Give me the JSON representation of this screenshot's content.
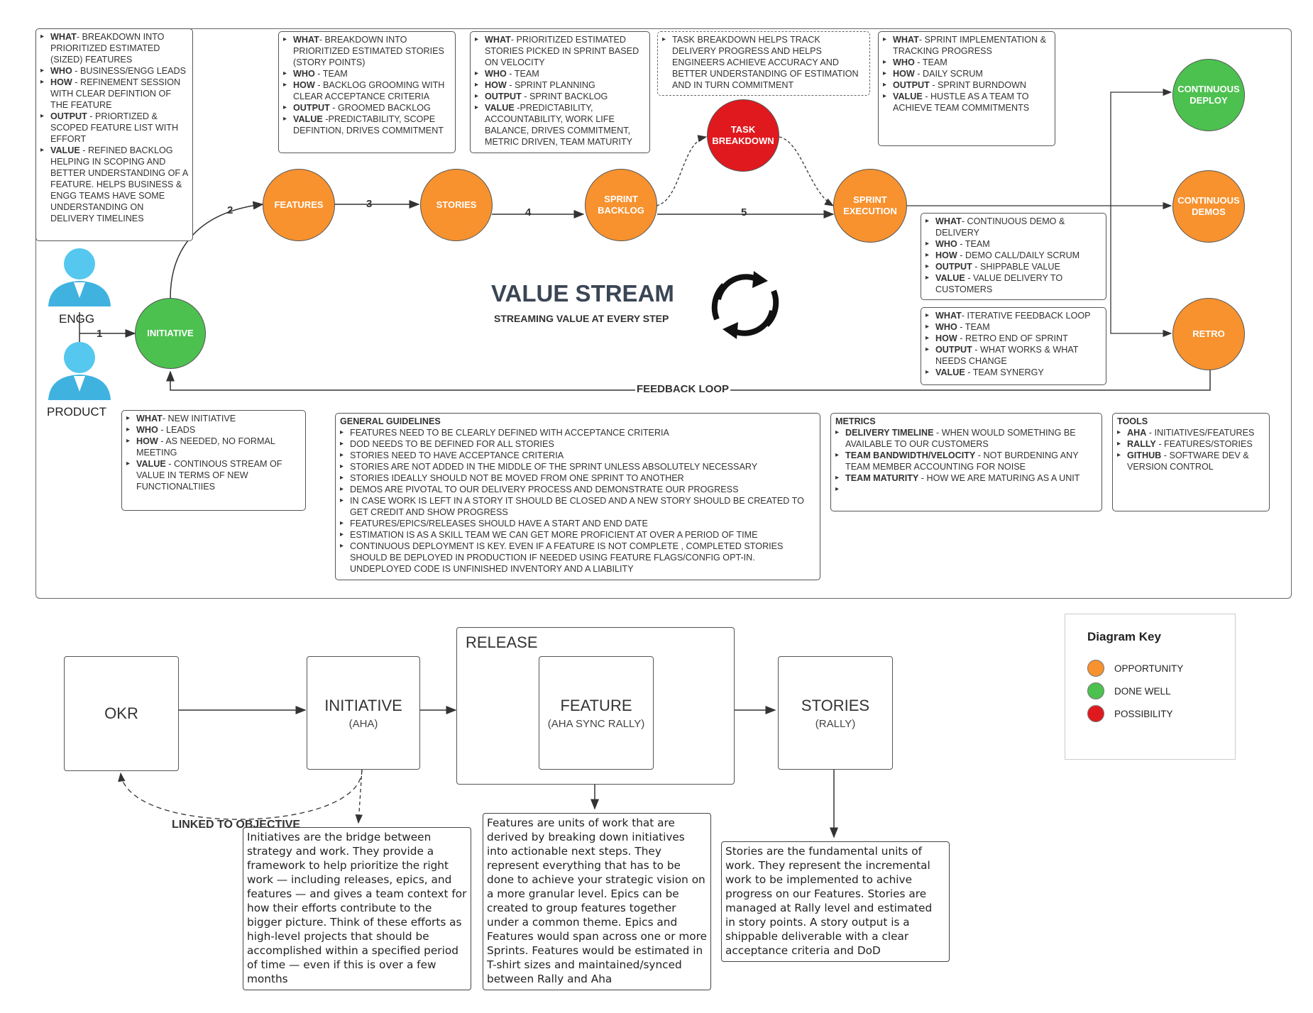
{
  "value_stream": {
    "title": "VALUE STREAM",
    "subtitle": "STREAMING VALUE AT EVERY STEP",
    "feedback_loop": "FEEDBACK LOOP",
    "actors": {
      "engg": "ENGG",
      "product": "PRODUCT"
    },
    "steps": {
      "s1": "1",
      "s2": "2",
      "s3": "3",
      "s4": "4",
      "s5": "5"
    },
    "nodes": {
      "initiative": "INITIATIVE",
      "features": "FEATURES",
      "stories": "STORIES",
      "sprint_backlog": "SPRINT BACKLOG",
      "task_breakdown": "TASK BREAKDOWN",
      "sprint_execution": "SPRINT EXECUTION",
      "continuous_deploy": "CONTINUOUS DEPLOY",
      "continuous_demos": "CONTINUOUS DEMOS",
      "retro": "RETRO"
    },
    "notes": {
      "features": [
        {
          "k": "WHAT",
          "v": "- BREAKDOWN INTO PRIORITIZED ESTIMATED (SIZED) FEATURES"
        },
        {
          "k": "WHO",
          "v": " - BUSINESS/ENGG LEADS"
        },
        {
          "k": "HOW",
          "v": " - REFINEMENT SESSION WITH CLEAR DEFINTION OF THE FEATURE"
        },
        {
          "k": "OUTPUT",
          "v": " - PRIORTIZED & SCOPED FEATURE LIST WITH EFFORT"
        },
        {
          "k": "VALUE",
          "v": " - REFINED BACKLOG HELPING IN SCOPING AND BETTER UNDERSTANDING OF A FEATURE. HELPS BUSINESS & ENGG TEAMS HAVE SOME UNDERSTANDING ON DELIVERY TIMELINES"
        }
      ],
      "stories": [
        {
          "k": "WHAT",
          "v": "- BREAKDOWN INTO PRIORITIZED ESTIMATED STORIES (STORY POINTS)"
        },
        {
          "k": "WHO",
          "v": " - TEAM"
        },
        {
          "k": "HOW",
          "v": " - BACKLOG GROOMING WITH CLEAR ACCEPTANCE CRITERIA"
        },
        {
          "k": "OUTPUT",
          "v": " - GROOMED BACKLOG"
        },
        {
          "k": "VALUE",
          "v": " -PREDICTABILITY, SCOPE DEFINTION, DRIVES COMMITMENT"
        }
      ],
      "sprint_backlog": [
        {
          "k": "WHAT",
          "v": "- PRIORITIZED ESTIMATED STORIES PICKED IN SPRINT BASED ON VELOCITY"
        },
        {
          "k": "WHO",
          "v": " - TEAM"
        },
        {
          "k": "HOW",
          "v": " - SPRINT PLANNING"
        },
        {
          "k": "OUTPUT",
          "v": " - SPRINT BACKLOG"
        },
        {
          "k": "VALUE",
          "v": " -PREDICTABILITY, ACCOUNTABILITY, WORK LIFE BALANCE, DRIVES COMMITMENT, METRIC DRIVEN, TEAM MATURITY"
        }
      ],
      "task_breakdown": [
        {
          "k": "",
          "v": "TASK BREAKDOWN HELPS TRACK DELIVERY PROGRESS AND HELPS ENGINEERS ACHIEVE ACCURACY AND BETTER UNDERSTANDING OF ESTIMATION AND IN TURN COMMITMENT"
        }
      ],
      "sprint_execution": [
        {
          "k": "WHAT",
          "v": "- SPRINT IMPLEMENTATION & TRACKING PROGRESS"
        },
        {
          "k": "WHO",
          "v": " -  TEAM"
        },
        {
          "k": "HOW",
          "v": " - DAILY SCRUM"
        },
        {
          "k": "OUTPUT",
          "v": " - SPRINT BURNDOWN"
        },
        {
          "k": "VALUE",
          "v": " - HUSTLE AS A TEAM TO ACHIEVE TEAM COMMITMENTS"
        }
      ],
      "demos": [
        {
          "k": "WHAT",
          "v": "- CONTINUOUS DEMO & DELIVERY"
        },
        {
          "k": "WHO",
          "v": " - TEAM"
        },
        {
          "k": "HOW",
          "v": " - DEMO CALL/DAILY SCRUM"
        },
        {
          "k": "OUTPUT",
          "v": " - SHIPPABLE VALUE"
        },
        {
          "k": "VALUE",
          "v": " - VALUE DELIVERY TO CUSTOMERS"
        }
      ],
      "retro": [
        {
          "k": "WHAT",
          "v": "- ITERATIVE FEEDBACK LOOP"
        },
        {
          "k": "WHO",
          "v": " -  TEAM"
        },
        {
          "k": "HOW",
          "v": " - RETRO END OF SPRINT"
        },
        {
          "k": "OUTPUT",
          "v": " - WHAT WORKS & WHAT NEEDS CHANGE"
        },
        {
          "k": "VALUE",
          "v": " - TEAM SYNERGY"
        }
      ],
      "initiative": [
        {
          "k": "WHAT",
          "v": "- NEW INITIATIVE"
        },
        {
          "k": "WHO",
          "v": " -  LEADS"
        },
        {
          "k": "HOW",
          "v": " - AS NEEDED, NO FORMAL MEETING"
        },
        {
          "k": "VALUE",
          "v": " - CONTINOUS STREAM OF VALUE IN TERMS OF NEW FUNCTIONALTIIES"
        }
      ]
    },
    "guidelines": {
      "title": "GENERAL GUIDELINES",
      "items": [
        " FEATURES NEED TO BE CLEARLY DEFINED WITH ACCEPTANCE CRITERIA",
        "DoD NEEDS TO BE DEFINED FOR ALL STORIES",
        "STORIES NEED TO HAVE ACCEPTANCE CRITERIA",
        "STORIES ARE NOT ADDED IN THE MIDDLE OF THE SPRINT UNLESS ABSOLUTELY NECESSARY",
        "STORIES IDEALLY SHOULD NOT BE MOVED FROM ONE SPRINT TO ANOTHER",
        "DEMOS ARE PIVOTAL TO OUR DELIVERY PROCESS AND DEMONSTRATE OUR PROGRESS",
        "IN CASE WORK IS LEFT IN A STORY IT SHOULD BE CLOSED AND A NEW STORY SHOULD BE CREATED TO GET CREDIT AND SHOW PROGRESS",
        "FEATURES/EPICS/RELEASES SHOULD HAVE A START AND END DATE",
        "ESTIMATION IS AS A SKILL TEAM WE CAN GET MORE PROFICIENT AT OVER A PERIOD OF TIME",
        "CONTINUOUS DEPLOYMENT IS KEY. EVEN IF A FEATURE IS NOT COMPLETE , COMPLETED STORIES SHOULD BE DEPLOYED IN PRODUCTION IF NEEDED USING FEATURE FLAGS/CONFIG OPT-IN. UNDEPLOYED CODE IS UNFINISHED INVENTORY AND A LIABILITY"
      ]
    },
    "metrics": {
      "title": "METRICS",
      "items": [
        {
          "k": "DELIVERY TIMELINE",
          "v": " - WHEN WOULD SOMETHING BE AVAILABLE TO OUR CUSTOMERS"
        },
        {
          "k": "TEAM BANDWIDTH/VELOCITY",
          "v": " - NOT BURDENING ANY TEAM MEMBER ACCOUNTING FOR NOISE"
        },
        {
          "k": "TEAM MATURITY",
          "v": " - HOW WE ARE MATURING AS A UNIT"
        },
        {
          "k": "",
          "v": ""
        }
      ]
    },
    "tools": {
      "title": "TOOLS",
      "items": [
        {
          "k": "AHA",
          "v": " - INITIATIVES/FEATURES"
        },
        {
          "k": "RALLY",
          "v": " - FEATURES/STORIES"
        },
        {
          "k": "GITHUB",
          "v": " - SOFTWARE DEV & VERSION CONTROL"
        }
      ]
    }
  },
  "hierarchy": {
    "okr": "OKR",
    "initiative": {
      "title": "INITIATIVE",
      "sub": "(AHA)"
    },
    "release": "RELEASE",
    "feature": {
      "title": "FEATURE",
      "sub": "(AHA SYNC RALLY)"
    },
    "stories": {
      "title": "STORIES",
      "sub": "(RALLY)"
    },
    "linked": "LINKED TO OBJECTIVE",
    "initiative_desc": "Initiatives are the bridge between strategy and work. They provide a framework to help  prioritize the right work — including releases, epics, and features — and gives a team context for how their efforts contribute to the bigger picture. Think of these efforts as high-level projects that should be accomplished within a specified period of time — even if this is over a few months",
    "feature_desc": "Features are units of work that are derived by breaking down initiatives into actionable next steps. They represent everything that has to be done to achieve your strategic vision on a more granular level. Epics can be created to group features together under a common theme. Epics and Features would span across one or more Sprints. Features would be estimated in T-shirt sizes and maintained/synced between Rally and Aha",
    "stories_desc": "Stories are the fundamental units of work. They represent the incremental work to be implemented to achive progress on our Features. Stories are managed at Rally level and estimated in story points. A story output is a shippable deliverable with a clear acceptance criteria and DoD"
  },
  "key": {
    "title": "Diagram Key",
    "items": [
      {
        "label": "OPPORTUNITY",
        "color": "#f7922f"
      },
      {
        "label": "DONE WELL",
        "color": "#4cc14f"
      },
      {
        "label": "POSSIBILITY",
        "color": "#e0191e"
      }
    ]
  },
  "colors": {
    "opportunity": "#f7922f",
    "done_well": "#4cc14f",
    "possibility": "#e0191e"
  }
}
